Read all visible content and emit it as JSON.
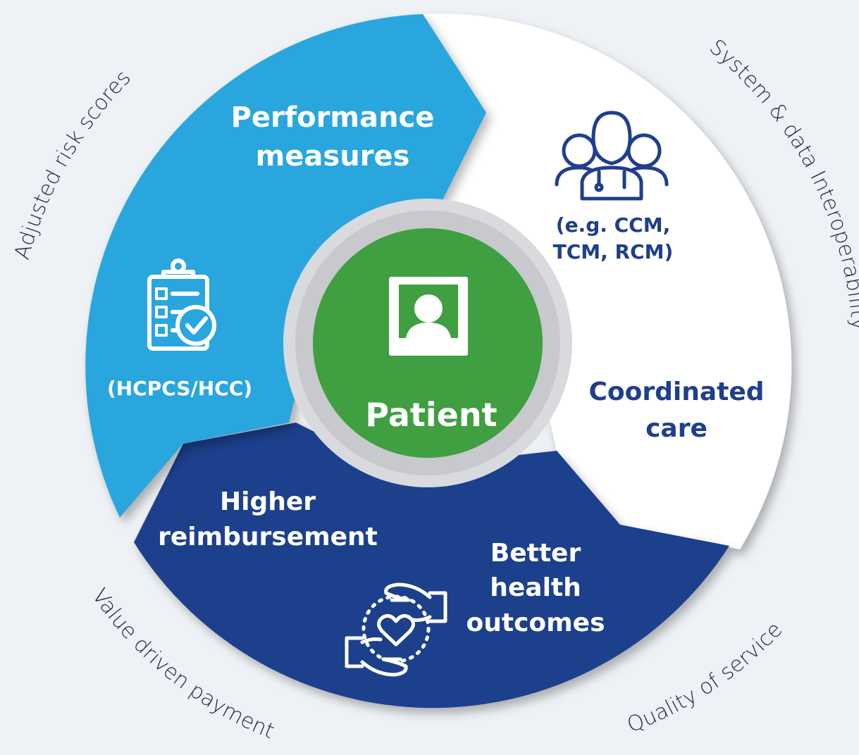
{
  "center": {
    "label": "Patient"
  },
  "segments": {
    "performance": {
      "title_line1": "Performance",
      "title_line2": "measures",
      "code": "(HCPCS/HCC)"
    },
    "coordinated": {
      "title_line1": "Coordinated",
      "title_line2": "care",
      "example_line1": "(e.g. CCM,",
      "example_line2": "TCM, RCM)"
    },
    "reimbursement": {
      "title_line1": "Higher",
      "title_line2": "reimbursement"
    },
    "outcomes": {
      "title_line1": "Better",
      "title_line2": "health",
      "title_line3": "outcomes"
    }
  },
  "arc_labels": {
    "top_left": "Adjusted risk scores",
    "top_right": "System & data Interoperability",
    "bottom_left": "Value driven payment",
    "bottom_right": "Quality of service"
  },
  "colors": {
    "light_blue": "#29a6df",
    "dark_blue": "#1f3f8c",
    "white_segment": "#ffffff",
    "green": "#3f9f41",
    "navy_text": "#1f3f8c",
    "background": "#eef1f5"
  }
}
